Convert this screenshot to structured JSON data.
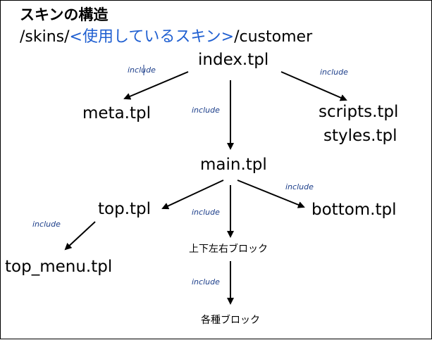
{
  "title": "スキンの構造",
  "path": {
    "prefix": "/skins/",
    "placeholder": "<使用しているスキン>",
    "suffix": "/customer"
  },
  "nodes": {
    "index": "index.tpl",
    "meta": "meta.tpl",
    "scripts": "scripts.tpl",
    "styles": "styles.tpl",
    "main": "main.tpl",
    "top": "top.tpl",
    "bottom": "bottom.tpl",
    "top_menu": "top_menu.tpl",
    "updown": "上下左右ブロック",
    "various": "各種ブロック"
  },
  "edge_label": "include",
  "colors": {
    "highlight": "#1f5fd1",
    "edge_label": "#1c3e8a",
    "arrow": "#000000"
  }
}
